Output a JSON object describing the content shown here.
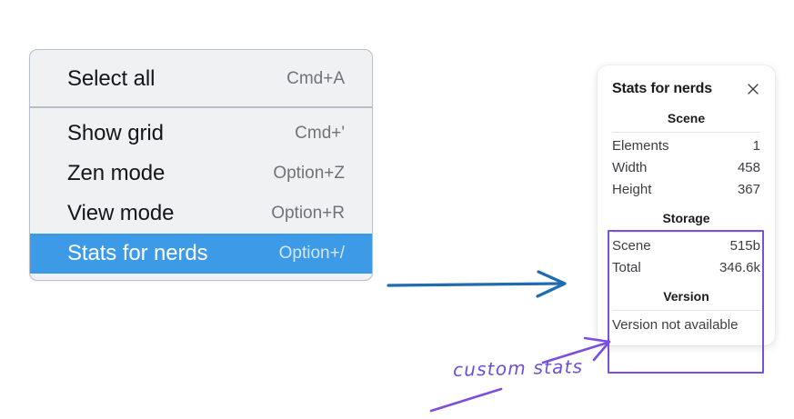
{
  "context_menu": {
    "groups": [
      {
        "items": [
          {
            "label": "Select all",
            "shortcut": "Cmd+A",
            "selected": false
          }
        ]
      },
      {
        "items": [
          {
            "label": "Show grid",
            "shortcut": "Cmd+'",
            "selected": false
          },
          {
            "label": "Zen mode",
            "shortcut": "Option+Z",
            "selected": false
          },
          {
            "label": "View mode",
            "shortcut": "Option+R",
            "selected": false
          },
          {
            "label": "Stats for nerds",
            "shortcut": "Option+/",
            "selected": true
          }
        ]
      }
    ],
    "highlight_color": "#3c9ae6",
    "background_color": "#f0f1f3"
  },
  "stats_panel": {
    "title": "Stats for nerds",
    "close_icon": "close-icon",
    "sections": [
      {
        "title": "Scene",
        "rows": [
          {
            "key": "Elements",
            "value": "1"
          },
          {
            "key": "Width",
            "value": "458"
          },
          {
            "key": "Height",
            "value": "367"
          }
        ]
      },
      {
        "title": "Storage",
        "rows": [
          {
            "key": "Scene",
            "value": "515b"
          },
          {
            "key": "Total",
            "value": "346.6k"
          }
        ]
      },
      {
        "title": "Version",
        "single_value": "Version not available"
      }
    ]
  },
  "annotations": {
    "handwritten_note": "custom stats",
    "note_color": "#6c4fd6",
    "blue_arrow_color": "#1f6cb0",
    "purple_arrow_color": "#7b4fdd",
    "highlight_box_color": "#7b4fdd"
  }
}
